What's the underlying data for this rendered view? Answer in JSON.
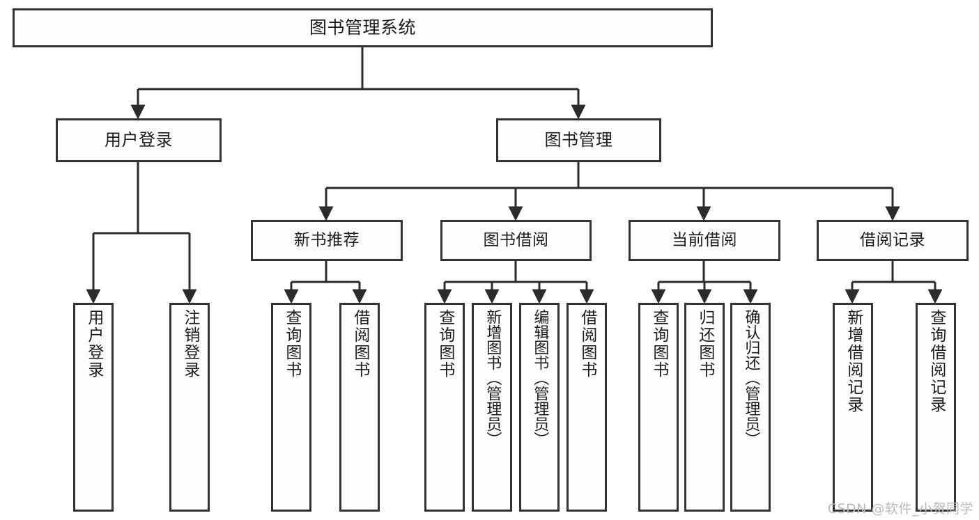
{
  "diagram": {
    "title": "图书管理系统",
    "type": "tree-hierarchy",
    "watermark": "CSDN @软件_小贺同学",
    "colors": {
      "background": "#ffffff",
      "box_fill": "#fefefe",
      "box_border": "#333333",
      "connector": "#2b2b2b",
      "text": "#1b1b1b",
      "watermark": "#b9b9b9"
    },
    "root": {
      "label": "图书管理系统"
    },
    "level2": [
      {
        "id": "user-login",
        "label": "用户登录"
      },
      {
        "id": "book-management",
        "label": "图书管理"
      }
    ],
    "level3": [
      {
        "id": "new-book-recommend",
        "label": "新书推荐"
      },
      {
        "id": "book-borrow",
        "label": "图书借阅"
      },
      {
        "id": "current-borrow",
        "label": "当前借阅"
      },
      {
        "id": "borrow-record",
        "label": "借阅记录"
      }
    ],
    "leaves": {
      "user_login": [
        {
          "id": "leaf-user-login",
          "label": "用户登录"
        },
        {
          "id": "leaf-logout-login",
          "label": "注销登录"
        }
      ],
      "new_book_recommend": [
        {
          "id": "leaf-query-book-1",
          "label": "查询图书"
        },
        {
          "id": "leaf-borrow-book-1",
          "label": "借阅图书"
        }
      ],
      "book_borrow": [
        {
          "id": "leaf-query-book-2",
          "label": "查询图书"
        },
        {
          "id": "leaf-add-book",
          "label": "新增图书（管理员）"
        },
        {
          "id": "leaf-edit-book",
          "label": "编辑图书（管理员）"
        },
        {
          "id": "leaf-borrow-book-2",
          "label": "借阅图书"
        }
      ],
      "current_borrow": [
        {
          "id": "leaf-query-book-3",
          "label": "查询图书"
        },
        {
          "id": "leaf-return-book",
          "label": "归还图书"
        },
        {
          "id": "leaf-confirm-return",
          "label": "确认归还（管理员）"
        }
      ],
      "borrow_record": [
        {
          "id": "leaf-add-record",
          "label": "新增借阅记录"
        },
        {
          "id": "leaf-query-record",
          "label": "查询借阅记录"
        }
      ]
    }
  }
}
